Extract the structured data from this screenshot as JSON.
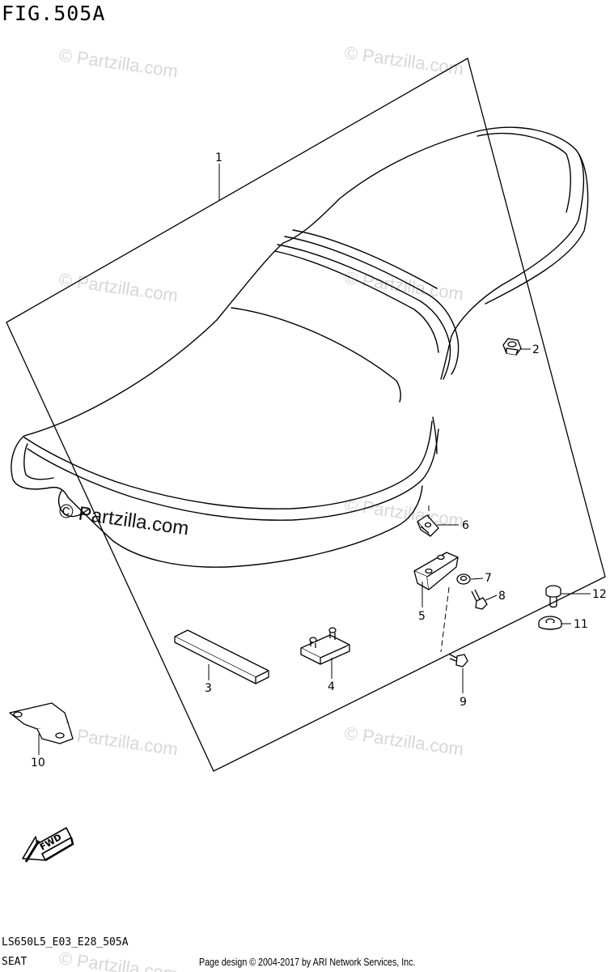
{
  "figure": {
    "title": "FIG.505A"
  },
  "watermark": {
    "text": "© Partzilla.com"
  },
  "fwd_label": "FWD",
  "callouts": [
    {
      "id": "1",
      "label": "1"
    },
    {
      "id": "2",
      "label": "2"
    },
    {
      "id": "3",
      "label": "3"
    },
    {
      "id": "4",
      "label": "4"
    },
    {
      "id": "5",
      "label": "5"
    },
    {
      "id": "6",
      "label": "6"
    },
    {
      "id": "7",
      "label": "7"
    },
    {
      "id": "8",
      "label": "8"
    },
    {
      "id": "9",
      "label": "9"
    },
    {
      "id": "10",
      "label": "10"
    },
    {
      "id": "11",
      "label": "11"
    },
    {
      "id": "12",
      "label": "12"
    }
  ],
  "footer": {
    "model_code": "LS650L5_E03_E28_505A",
    "section": "SEAT",
    "copyright": "Page design © 2004-2017 by ARI Network Services, Inc."
  }
}
